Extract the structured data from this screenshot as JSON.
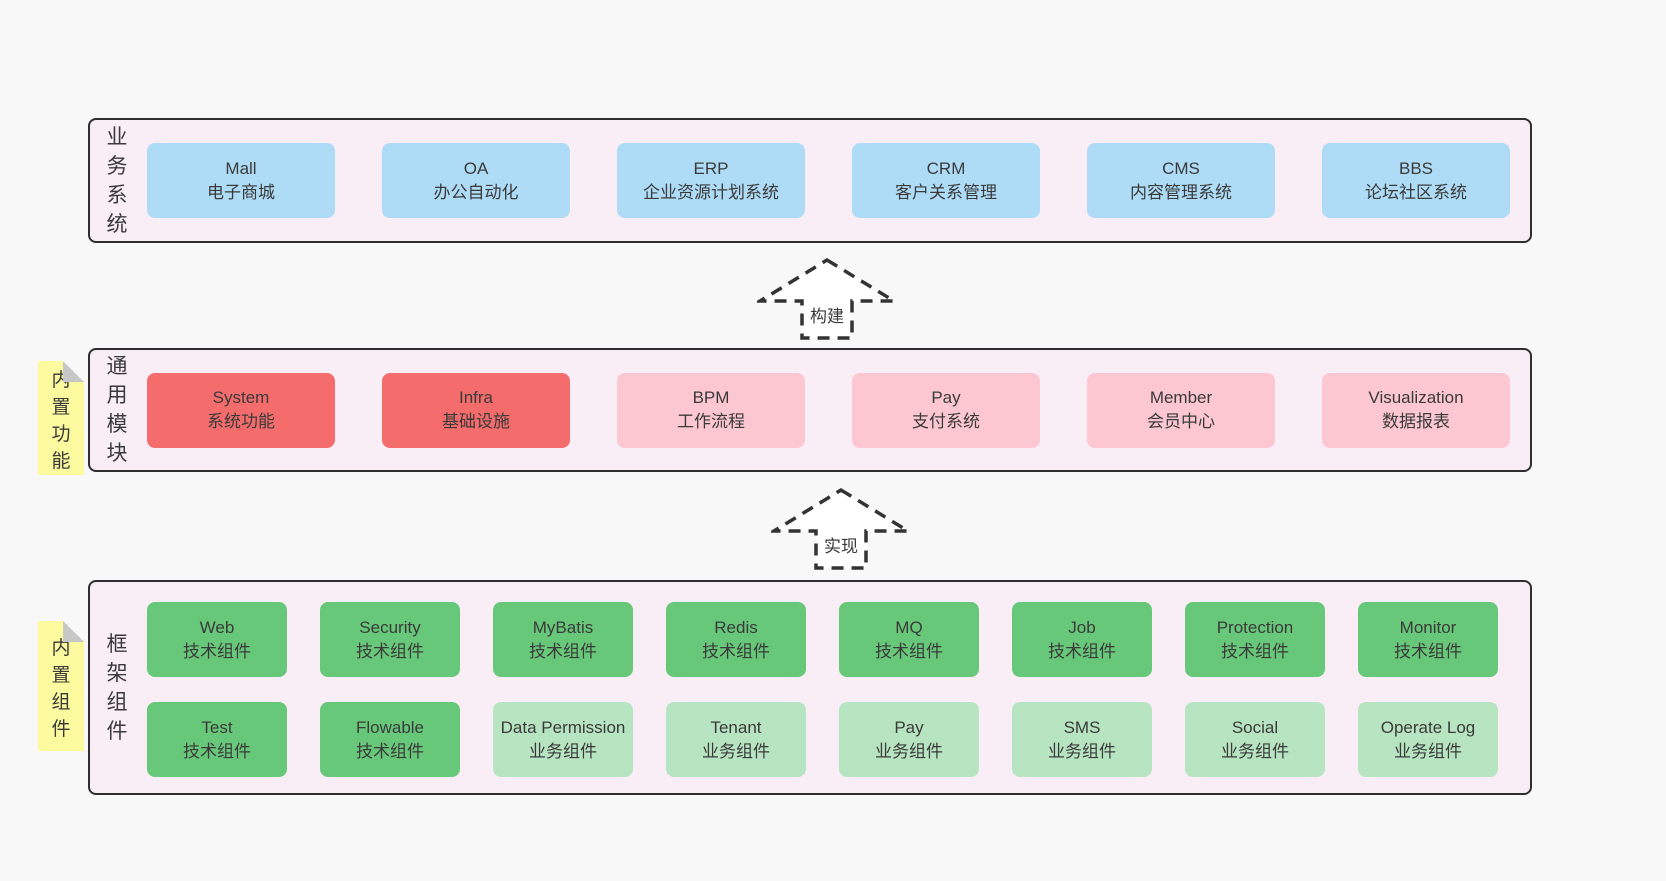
{
  "palette": {
    "page_bg": "#f8f8f8",
    "panel_bg": "#f9edf6",
    "panel_border": "#2f2f2f",
    "blue_box": "#aedcf7",
    "red_box": "#f56c6c",
    "pink_box": "#fcc7d1",
    "green_box": "#68c87a",
    "green_light_box": "#b8e5c1",
    "sticky_yellow": "#fbfa9e",
    "sticky_fold": "#c7c7c7",
    "text": "#3a3a3a"
  },
  "arrows": [
    {
      "label": "构建"
    },
    {
      "label": "实现"
    }
  ],
  "stickies": [
    {
      "label": "内置功能"
    },
    {
      "label": "内置组件"
    }
  ],
  "sections": [
    {
      "label": "业务系统",
      "boxes": [
        {
          "title": "Mall",
          "subtitle": "电子商城"
        },
        {
          "title": "OA",
          "subtitle": "办公自动化"
        },
        {
          "title": "ERP",
          "subtitle": "企业资源计划系统"
        },
        {
          "title": "CRM",
          "subtitle": "客户关系管理"
        },
        {
          "title": "CMS",
          "subtitle": "内容管理系统"
        },
        {
          "title": "BBS",
          "subtitle": "论坛社区系统"
        }
      ]
    },
    {
      "label": "通用模块",
      "boxes": [
        {
          "title": "System",
          "subtitle": "系统功能"
        },
        {
          "title": "Infra",
          "subtitle": "基础设施"
        },
        {
          "title": "BPM",
          "subtitle": "工作流程"
        },
        {
          "title": "Pay",
          "subtitle": "支付系统"
        },
        {
          "title": "Member",
          "subtitle": "会员中心"
        },
        {
          "title": "Visualization",
          "subtitle": "数据报表"
        }
      ]
    },
    {
      "label": "框架组件",
      "rows": [
        [
          {
            "title": "Web",
            "subtitle": "技术组件"
          },
          {
            "title": "Security",
            "subtitle": "技术组件"
          },
          {
            "title": "MyBatis",
            "subtitle": "技术组件"
          },
          {
            "title": "Redis",
            "subtitle": "技术组件"
          },
          {
            "title": "MQ",
            "subtitle": "技术组件"
          },
          {
            "title": "Job",
            "subtitle": "技术组件"
          },
          {
            "title": "Protection",
            "subtitle": "技术组件"
          },
          {
            "title": "Monitor",
            "subtitle": "技术组件"
          }
        ],
        [
          {
            "title": "Test",
            "subtitle": "技术组件"
          },
          {
            "title": "Flowable",
            "subtitle": "技术组件"
          },
          {
            "title": "Data Permission",
            "subtitle": "业务组件"
          },
          {
            "title": "Tenant",
            "subtitle": "业务组件"
          },
          {
            "title": "Pay",
            "subtitle": "业务组件"
          },
          {
            "title": "SMS",
            "subtitle": "业务组件"
          },
          {
            "title": "Social",
            "subtitle": "业务组件"
          },
          {
            "title": "Operate Log",
            "subtitle": "业务组件"
          }
        ]
      ]
    }
  ]
}
